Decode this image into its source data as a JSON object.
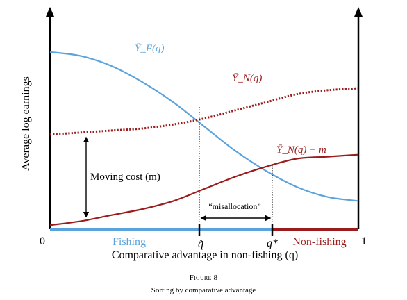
{
  "figure": {
    "number_label": "Figure 8",
    "caption": "Sorting by comparative advantage"
  },
  "axes": {
    "y_label": "Average log earnings",
    "x_label": "Comparative advantage in non-fishing (q)",
    "x_min_label": "0",
    "x_max_label": "1"
  },
  "labels": {
    "yf": "Ȳ_F(q)",
    "yn": "Ȳ_N(q)",
    "yn_m": "Ȳ_N(q) − m",
    "moving_cost": "Moving cost (m)",
    "misallocation": "“misallocation”",
    "q_tilde": "q̃",
    "q_star": "q*",
    "fishing": "Fishing",
    "non_fishing": "Non-fishing"
  },
  "colors": {
    "fishing": "#5aa3dc",
    "non_fishing": "#9b1c1c",
    "axis": "#000000"
  },
  "chart_data": {
    "type": "line",
    "xlabel": "Comparative advantage in non-fishing (q)",
    "ylabel": "Average log earnings",
    "x_range": [
      0,
      1
    ],
    "series": [
      {
        "name": "Ȳ_F(q)",
        "style": "solid",
        "color": "#5aa3dc",
        "x": [
          0,
          0.1,
          0.2,
          0.3,
          0.4,
          0.5,
          0.6,
          0.7,
          0.8,
          0.9,
          1
        ],
        "y": [
          0.88,
          0.86,
          0.81,
          0.73,
          0.63,
          0.51,
          0.39,
          0.29,
          0.21,
          0.16,
          0.14
        ]
      },
      {
        "name": "Ȳ_N(q)",
        "style": "dotted",
        "color": "#9b1c1c",
        "x": [
          0,
          0.1,
          0.2,
          0.3,
          0.4,
          0.5,
          0.6,
          0.7,
          0.8,
          0.9,
          1
        ],
        "y": [
          0.47,
          0.48,
          0.49,
          0.5,
          0.52,
          0.55,
          0.59,
          0.63,
          0.67,
          0.69,
          0.7
        ]
      },
      {
        "name": "Ȳ_N(q) − m",
        "style": "solid",
        "color": "#9b1c1c",
        "x": [
          0,
          0.1,
          0.2,
          0.3,
          0.4,
          0.5,
          0.6,
          0.7,
          0.8,
          0.9,
          1
        ],
        "y": [
          0.02,
          0.04,
          0.07,
          0.1,
          0.14,
          0.2,
          0.26,
          0.31,
          0.35,
          0.36,
          0.37
        ]
      }
    ],
    "markers": [
      {
        "label": "q̃",
        "x": 0.485
      },
      {
        "label": "q*",
        "x": 0.725
      }
    ],
    "regions": [
      {
        "label": "Fishing",
        "from": 0,
        "to": 0.725,
        "color": "#5aa3dc"
      },
      {
        "label": "Non-fishing",
        "from": 0.725,
        "to": 1,
        "color": "#9b1c1c"
      }
    ],
    "annotations": [
      "Moving cost (m)",
      "“misallocation”"
    ]
  }
}
